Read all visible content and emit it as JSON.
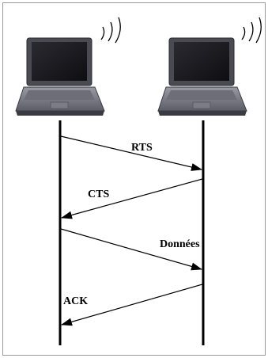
{
  "diagram": {
    "nodes": [
      {
        "id": "sender",
        "icon": "laptop-icon",
        "signal_icon": "wifi-signal-icon"
      },
      {
        "id": "receiver",
        "icon": "laptop-icon",
        "signal_icon": "wifi-signal-icon"
      }
    ],
    "messages": [
      {
        "label": "RTS",
        "from": "sender",
        "to": "receiver"
      },
      {
        "label": "CTS",
        "from": "receiver",
        "to": "sender"
      },
      {
        "label": "Données",
        "from": "sender",
        "to": "receiver"
      },
      {
        "label": "ACK",
        "from": "receiver",
        "to": "sender"
      }
    ],
    "colors": {
      "line": "#000000",
      "border": "#999999",
      "laptop_body": "#4a4a52",
      "laptop_screen": "#1e1e22",
      "laptop_keyboard": "#8c8c96"
    }
  }
}
